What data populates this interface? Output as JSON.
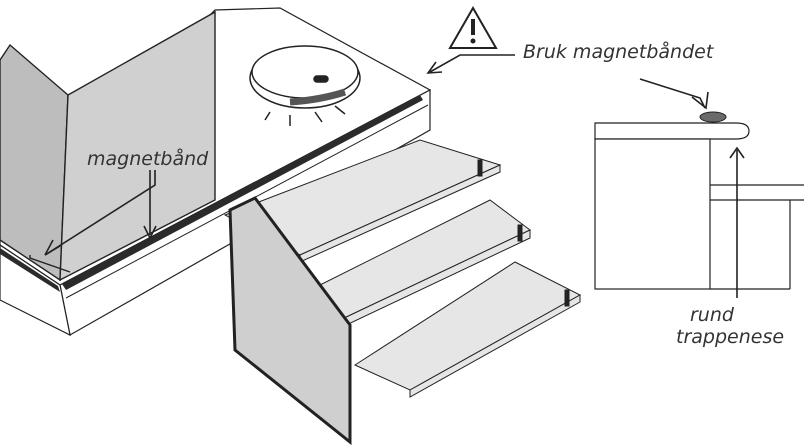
{
  "labels": {
    "warning_text": "Bruk magnetbåndet",
    "magnet_strip": "magnetbånd",
    "round_nose_line1": "rund",
    "round_nose_line2": "trappenese"
  },
  "icons": [
    "warning-triangle-icon",
    "robot-vacuum-icon",
    "magnet-icon"
  ],
  "colors": {
    "line": "#222222",
    "glass_fill": "#d8d8d8",
    "wall_fill": "#c8c8c8",
    "magnet": "#6a6a6a"
  }
}
